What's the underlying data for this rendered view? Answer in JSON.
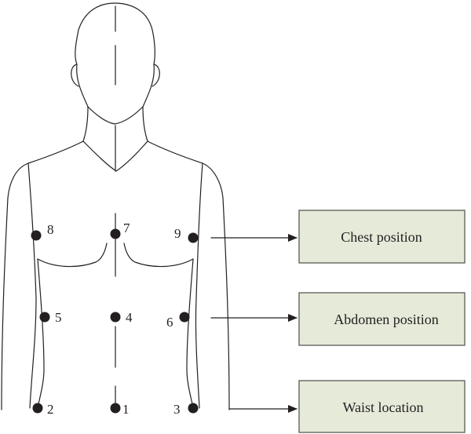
{
  "points": [
    {
      "id": "point-1",
      "label": "1"
    },
    {
      "id": "point-2",
      "label": "2"
    },
    {
      "id": "point-3",
      "label": "3"
    },
    {
      "id": "point-4",
      "label": "4"
    },
    {
      "id": "point-5",
      "label": "5"
    },
    {
      "id": "point-6",
      "label": "6"
    },
    {
      "id": "point-7",
      "label": "7"
    },
    {
      "id": "point-8",
      "label": "8"
    },
    {
      "id": "point-9",
      "label": "9"
    }
  ],
  "boxes": {
    "chest": {
      "label": "Chest position"
    },
    "abdomen": {
      "label": "Abdomen position"
    },
    "waist": {
      "label": "Waist location"
    }
  },
  "colors": {
    "box_fill": "#e5ead9",
    "box_stroke": "#4c4f46",
    "line": "#231f20",
    "dot": "#231f20"
  }
}
